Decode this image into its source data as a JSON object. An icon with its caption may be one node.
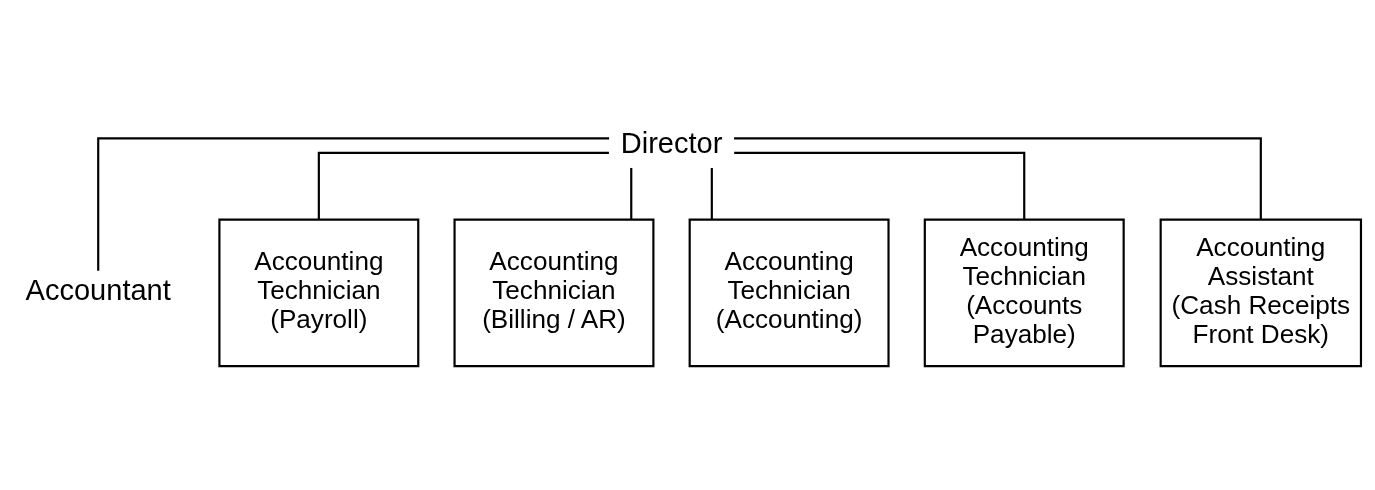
{
  "diagram": {
    "nodes": [
      {
        "text": [
          "Director"
        ]
      },
      {
        "text": [
          "Accountant"
        ]
      },
      {
        "text": [
          "Accounting Technician (Payroll)"
        ]
      },
      {
        "text": [
          "Accounting Technician (Billing / AR)"
        ]
      },
      {
        "text": [
          "Accounting Technician (Accounting)"
        ]
      },
      {
        "text": [
          "Accounting Technician (Accounts Payable)"
        ]
      },
      {
        "text": [
          "Accounting Assistant (Cash Receipts Front Desk)"
        ]
      }
    ],
    "edges": [
      {
        "from": 0,
        "to": 1,
        "arrow": "none"
      },
      {
        "from": 0,
        "to": 2,
        "arrow": "none"
      },
      {
        "from": 0,
        "to": 3,
        "arrow": "none"
      },
      {
        "from": 0,
        "to": 4,
        "arrow": "none"
      },
      {
        "from": 0,
        "to": 5,
        "arrow": "none"
      },
      {
        "from": 0,
        "to": 6,
        "arrow": "none"
      }
    ]
  }
}
